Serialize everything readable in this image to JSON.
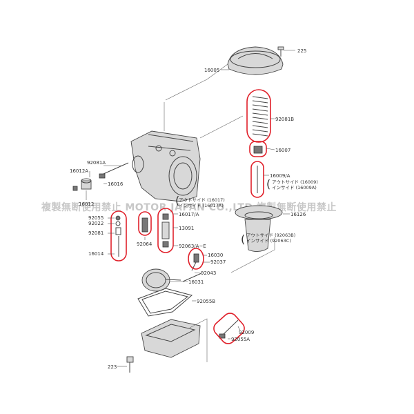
{
  "watermark": "複製無断使用禁止 MOTOR JAPAN CO.,LTD 複製無断使用禁止",
  "labels": {
    "p225": "225",
    "p16005": "16005",
    "p92081b": "92081B",
    "p16007": "16007",
    "p16009a": "16009/A",
    "p16126": "16126",
    "p92081a": "92081A",
    "p16012a": "16012A",
    "p16016": "16016",
    "p16012": "16012",
    "p92055": "92055",
    "p92022": "92022",
    "p92081": "92081",
    "p16014": "16014",
    "p92064": "92064",
    "p16017a": "16017/A",
    "p13091": "13091",
    "p92063": "92063/A~E",
    "p16030": "16030",
    "p92037": "92037",
    "p92043": "92043",
    "p16031": "16031",
    "p92055b": "92055B",
    "p92009": "92009",
    "p92055a": "92055A",
    "p223": "223"
  },
  "notes": {
    "n1a": "アウトサイド (16017)",
    "n1b": "インサイド (16017A)",
    "n2a": "アウトサイド (92063B)",
    "n2b": "インサイド (92063C)",
    "n3a": "アウトサイド (16009)",
    "n3b": "インサイド (16009A)"
  },
  "colors": {
    "highlight": "#e0202a",
    "line": "#444444"
  }
}
